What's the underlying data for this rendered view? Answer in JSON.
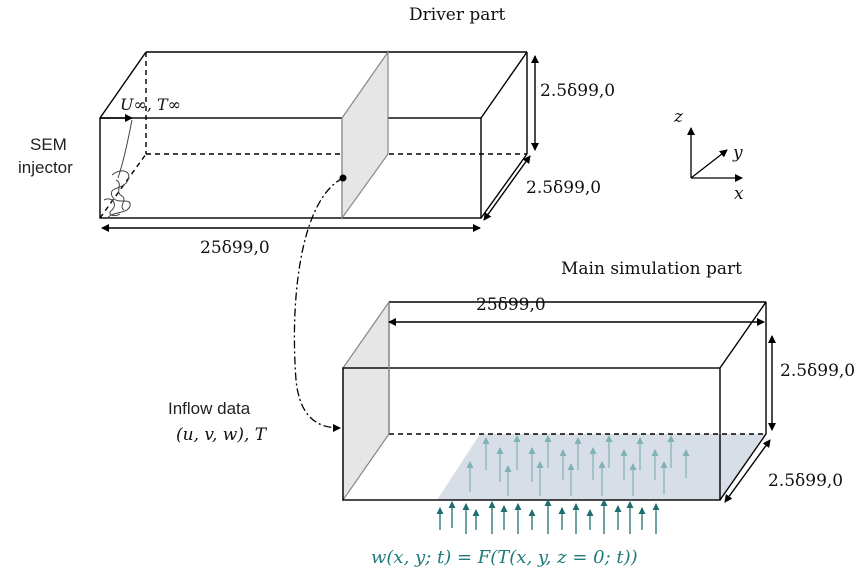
{
  "labels": {
    "driver_part": "Driver part",
    "main_part": "Main simulation part",
    "sem_line1": "SEM",
    "sem_line2": "injector",
    "inflow_line1": "Inflow data",
    "inflow_line2": "(u, v, w), T",
    "freestream": "U∞, T∞",
    "driver_height": "2.5δ99,0",
    "driver_depth": "2.5δ99,0",
    "driver_length": "25δ99,0",
    "main_length": "25δ99,0",
    "main_height": "2.5δ99,0",
    "main_depth": "2.5δ99,0",
    "axis_z": "z",
    "axis_y": "y",
    "axis_x": "x",
    "equation": "w(x, y; t) = F(T(x, y, z = 0; t))"
  },
  "colors": {
    "edges": "#000000",
    "plane_fill": "#e6e6e6",
    "plane_edge": "#888888",
    "patch_fill": "#c9d3df",
    "arrow_color": "#1f6e70",
    "arrow_light": "#7fb2b4",
    "equation_color": "#1f7a7a"
  }
}
